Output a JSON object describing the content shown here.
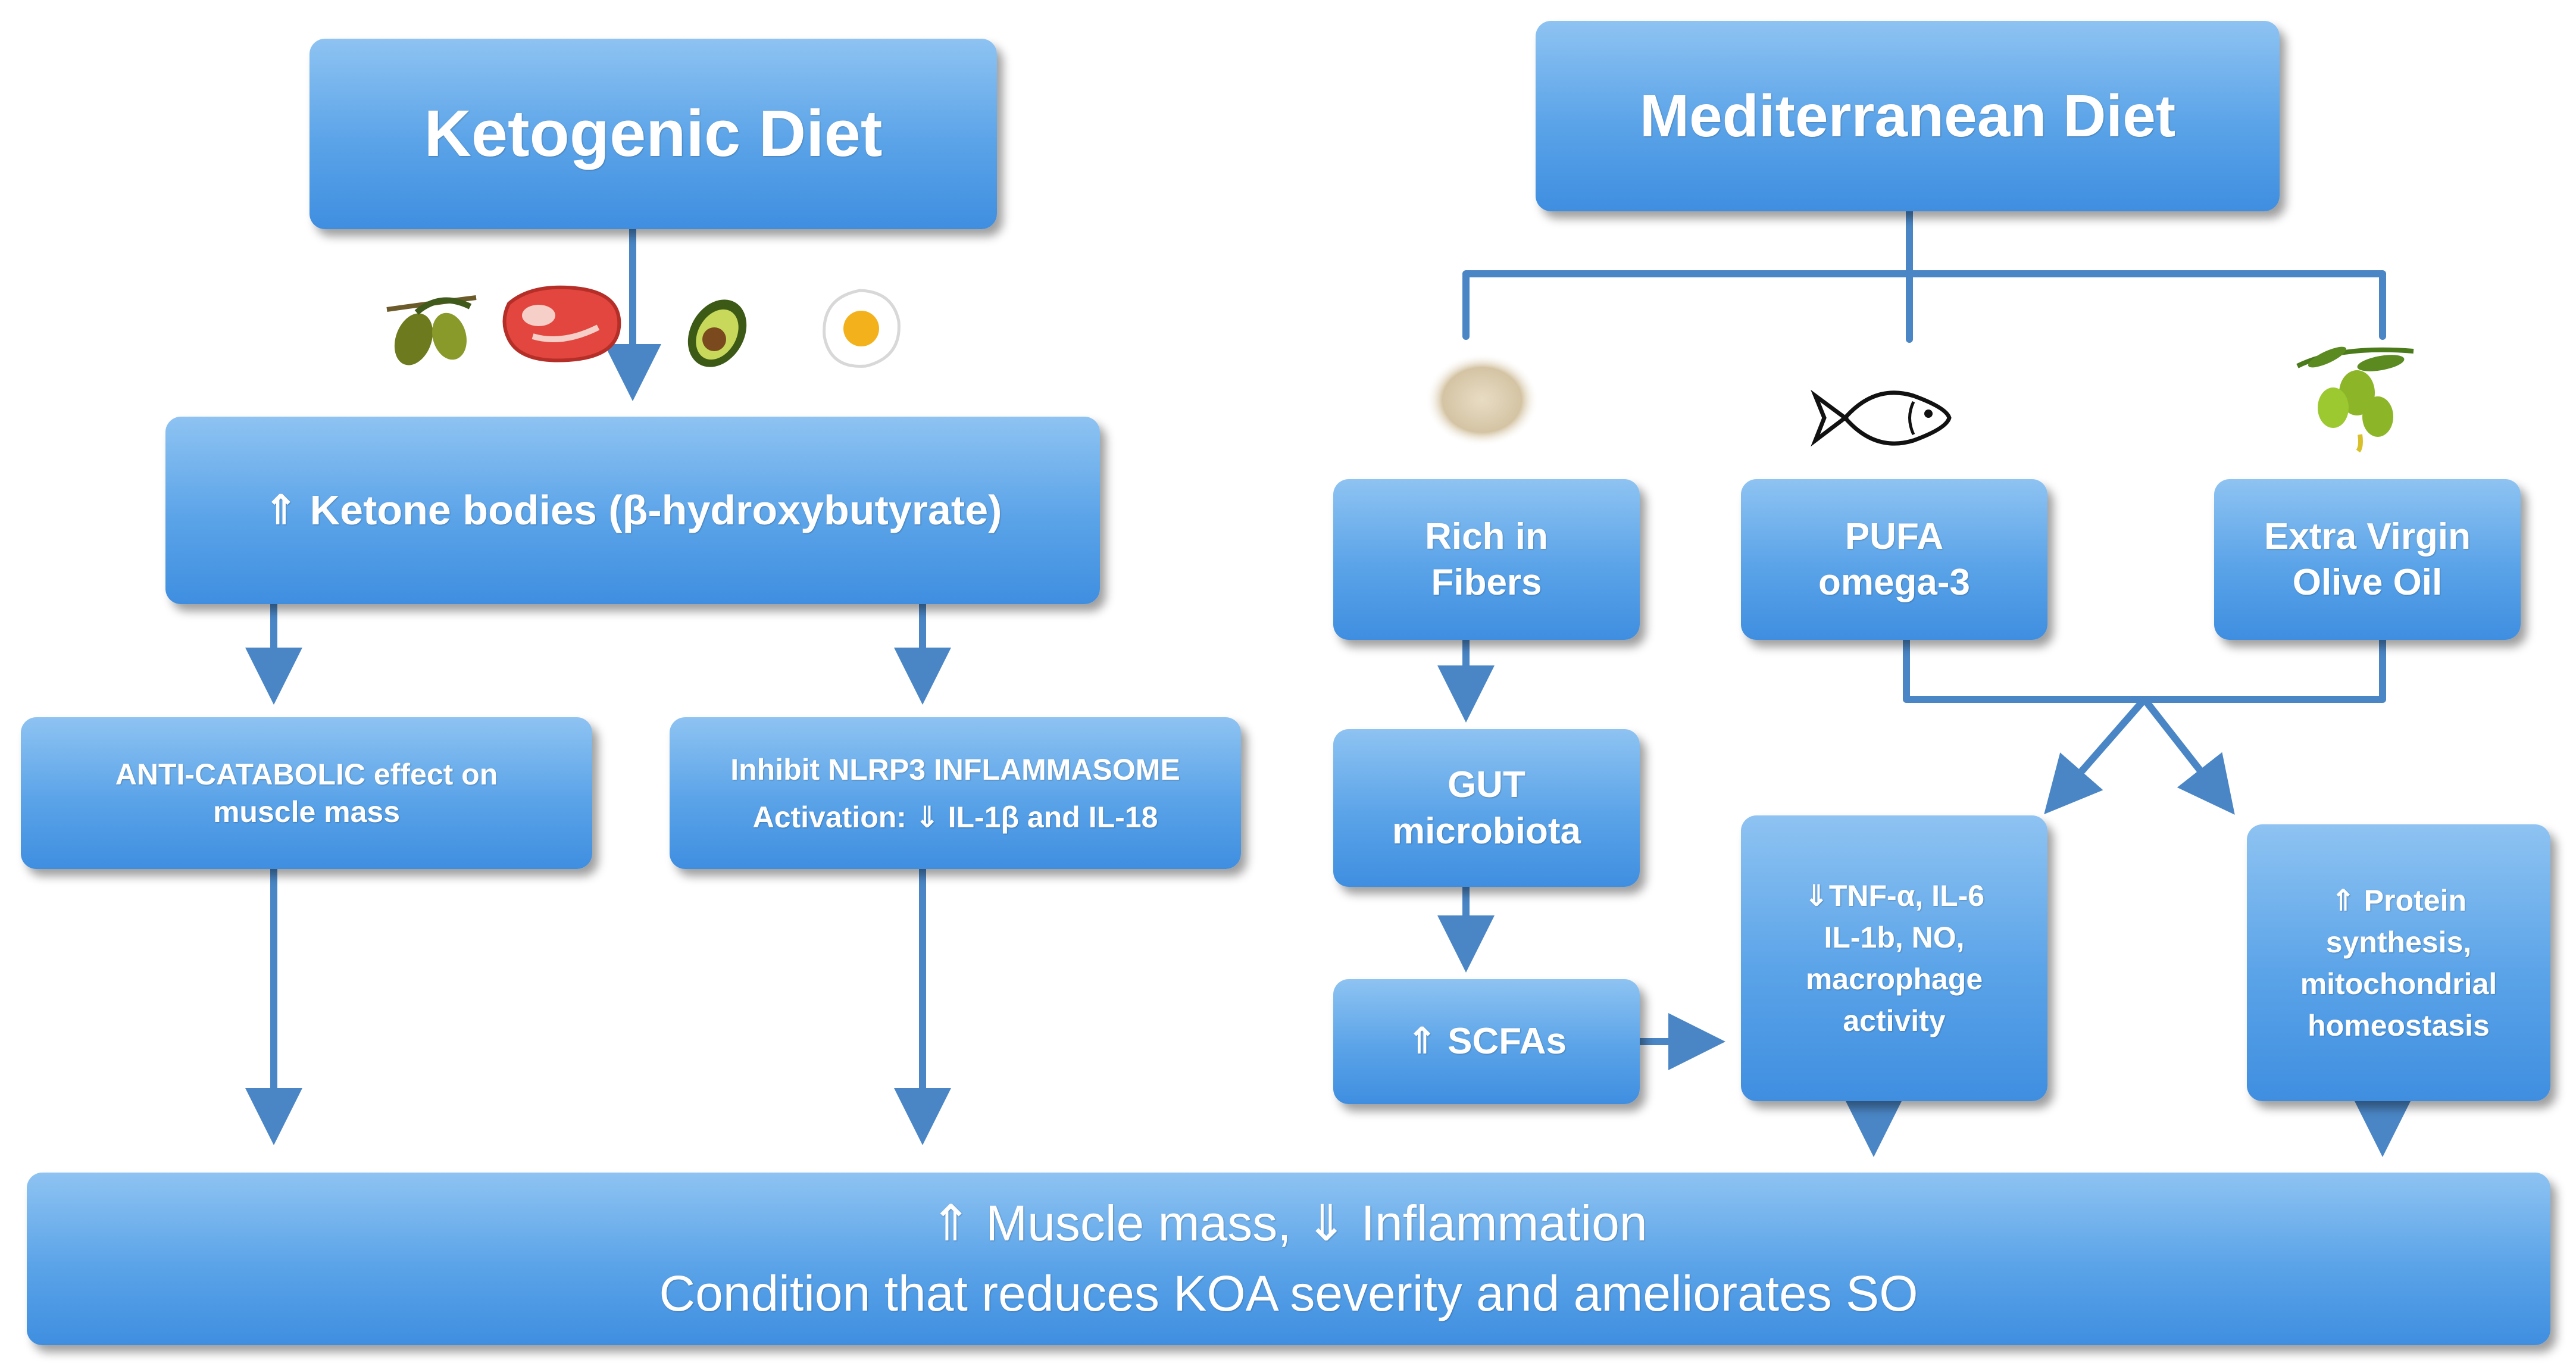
{
  "keto": {
    "title": "Ketogenic Diet",
    "ketone": "⇑ Ketone bodies  (β-hydroxybutyrate)",
    "anticatabolic": [
      "ANTI-CATABOLIC effect on",
      "muscle mass"
    ],
    "nlrp3": [
      "Inhibit NLRP3 INFLAMMASOME",
      "Activation: ⇓ IL-1β and IL-18"
    ],
    "foods": [
      "olive-icon",
      "steak-icon",
      "avocado-icon",
      "egg-icon"
    ]
  },
  "med": {
    "title": "Mediterranean Diet",
    "fibers": [
      "Rich in",
      "Fibers"
    ],
    "pufa": [
      "PUFA",
      "omega-3"
    ],
    "evoo": [
      "Extra Virgin",
      "Olive Oil"
    ],
    "gut": [
      "GUT",
      "microbiota"
    ],
    "scfa": "⇑ SCFAs",
    "tnf": [
      "⇓TNF-α, IL-6",
      "IL-1b, NO,",
      "macrophage",
      "activity"
    ],
    "protein": [
      "⇑ Protein",
      "synthesis,",
      "mitochondrial",
      "homeostasis"
    ],
    "foods": [
      "grain-icon",
      "fish-icon",
      "olives-icon"
    ]
  },
  "result": {
    "line1": "⇑ Muscle mass, ⇓ Inflammation",
    "line2": "Condition that reduces KOA severity and ameliorates  SO"
  },
  "colors": {
    "box": "#5aa3e8",
    "line": "#4a86c5"
  }
}
